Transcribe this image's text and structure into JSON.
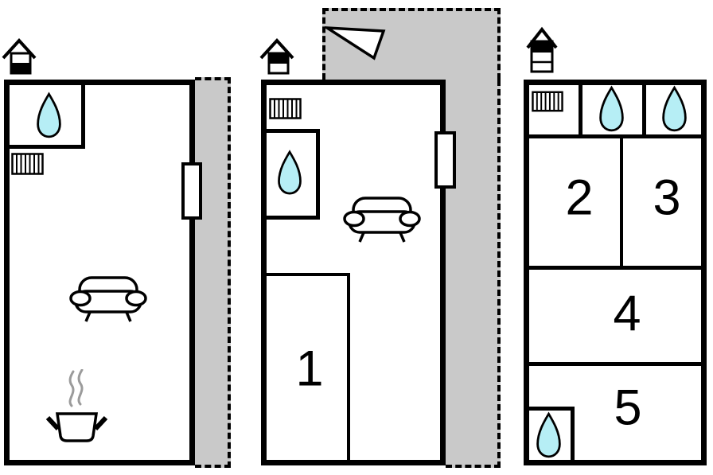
{
  "document": {
    "kind": "floor-plan",
    "floor_sections": 3
  },
  "colors": {
    "wall": "#000000",
    "outdoor": "#c9c9c9",
    "water": "#b6eef5",
    "steam": "#9b9b9b",
    "paper": "#ffffff"
  },
  "rooms": [
    {
      "id": "room-1",
      "label": "1"
    },
    {
      "id": "room-2",
      "label": "2"
    },
    {
      "id": "room-3",
      "label": "3"
    },
    {
      "id": "room-4",
      "label": "4"
    },
    {
      "id": "room-5",
      "label": "5"
    }
  ],
  "icons": {
    "chimney": "chimney-icon",
    "radiator": "radiator-icon",
    "water_drop": "water-drop-icon",
    "sofa": "sofa-icon",
    "cooking_pot": "cooking-pot-icon",
    "door": "door-icon",
    "direction_arrow": "direction-arrow-icon"
  }
}
